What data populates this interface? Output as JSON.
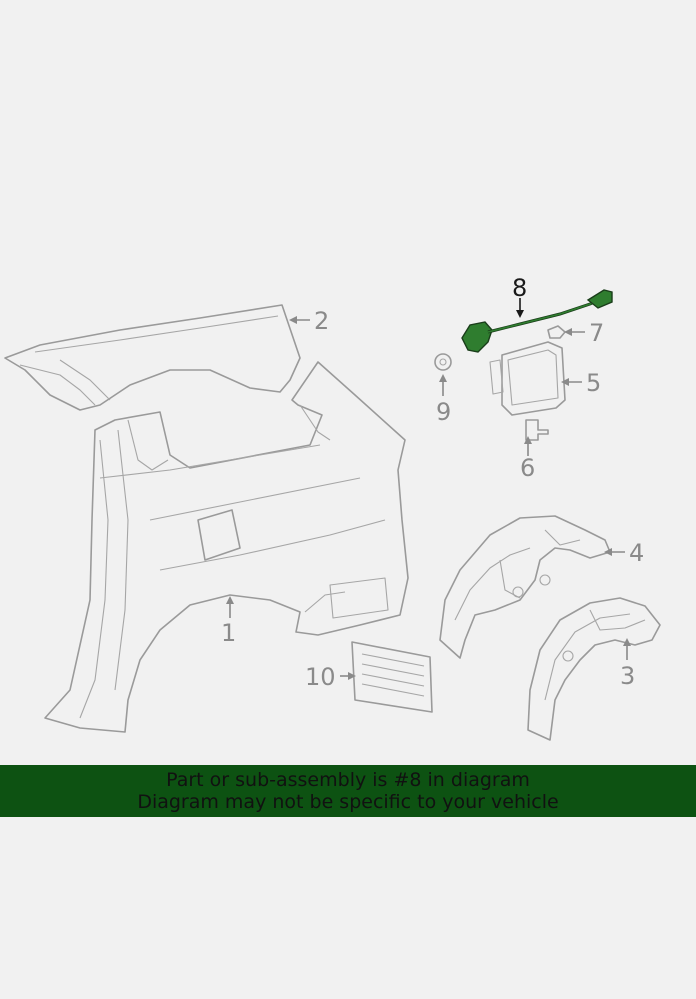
{
  "diagram": {
    "highlighted_part": "8",
    "callouts": [
      "1",
      "2",
      "3",
      "4",
      "5",
      "6",
      "7",
      "8",
      "9",
      "10"
    ]
  },
  "banner": {
    "line1": "Part or sub-assembly is #8 in diagram",
    "line2": "Diagram may not be specific to your vehicle",
    "background": "#0d5212"
  },
  "colors": {
    "background": "#f1f1f1",
    "line_art": "#9a9a9a",
    "highlight_part": "#2f7d2f",
    "callout_text": "#8a8a8a"
  }
}
